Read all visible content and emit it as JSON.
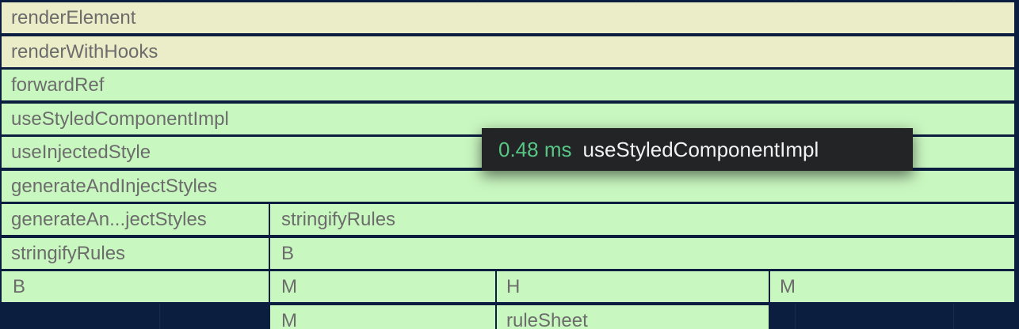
{
  "colors": {
    "background": "#0b1e40",
    "frame_yellow": "#eaedc8",
    "frame_green": "#c9f7c0",
    "frame_text": "#6c6c6c",
    "tooltip_bg": "#222426",
    "tooltip_duration": "#58c785",
    "tooltip_text": "#f2f2f2"
  },
  "flamegraph": {
    "rows": [
      [
        {
          "label": "renderElement",
          "color": "yellow"
        }
      ],
      [
        {
          "label": "renderWithHooks",
          "color": "yellow"
        }
      ],
      [
        {
          "label": "forwardRef",
          "color": "green"
        }
      ],
      [
        {
          "label": "useStyledComponentImpl",
          "color": "green"
        }
      ],
      [
        {
          "label": "useInjectedStyle",
          "color": "green"
        }
      ],
      [
        {
          "label": "generateAndInjectStyles",
          "color": "green"
        }
      ],
      [
        {
          "label": "generateAn...jectStyles",
          "color": "green"
        },
        {
          "label": "stringifyRules",
          "color": "green"
        }
      ],
      [
        {
          "label": "stringifyRules",
          "color": "green"
        },
        {
          "label": "B",
          "color": "green"
        }
      ],
      [
        {
          "label": "B",
          "color": "green"
        },
        {
          "label": "M",
          "color": "green"
        },
        {
          "label": "H",
          "color": "green"
        },
        {
          "label": "M",
          "color": "green"
        }
      ],
      [
        {
          "label": "M",
          "color": "green"
        },
        {
          "label": "ruleSheet",
          "color": "green"
        }
      ]
    ]
  },
  "tooltip": {
    "duration": "0.48 ms",
    "name": "useStyledComponentImpl"
  }
}
